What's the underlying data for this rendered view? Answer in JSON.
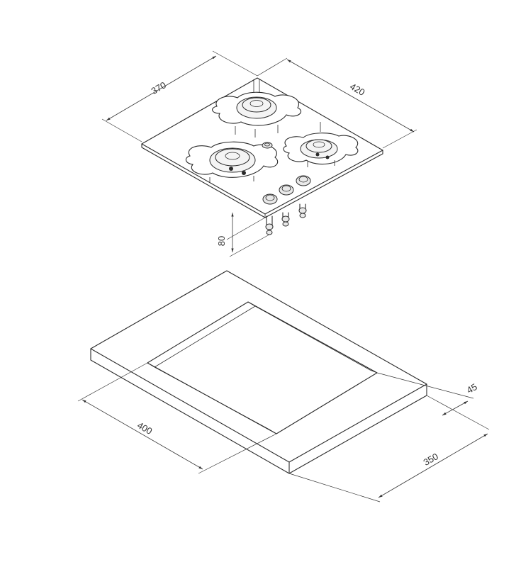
{
  "dimensions": {
    "hob_depth": "370",
    "hob_width": "420",
    "hob_height": "80",
    "cutout_width": "400",
    "cutout_depth": "350",
    "cutout_offset": "45"
  }
}
